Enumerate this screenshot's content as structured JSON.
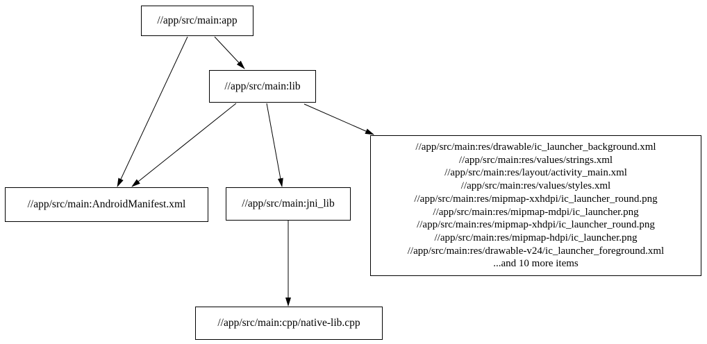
{
  "diagram": {
    "type": "dependency-graph",
    "background_color": "#ffffff",
    "node_border_color": "#000000",
    "edge_color": "#000000",
    "text_color": "#000000",
    "nodes": {
      "app": {
        "label": "//app/src/main:app"
      },
      "lib": {
        "label": "//app/src/main:lib"
      },
      "android_manifest": {
        "label": "//app/src/main:AndroidManifest.xml"
      },
      "jni_lib": {
        "label": "//app/src/main:jni_lib"
      },
      "res_fileset": {
        "lines": [
          "//app/src/main:res/drawable/ic_launcher_background.xml",
          "//app/src/main:res/values/strings.xml",
          "//app/src/main:res/layout/activity_main.xml",
          "//app/src/main:res/values/styles.xml",
          "//app/src/main:res/mipmap-xxhdpi/ic_launcher_round.png",
          "//app/src/main:res/mipmap-mdpi/ic_launcher.png",
          "//app/src/main:res/mipmap-xhdpi/ic_launcher_round.png",
          "//app/src/main:res/mipmap-hdpi/ic_launcher.png",
          "//app/src/main:res/drawable-v24/ic_launcher_foreground.xml",
          "...and 10 more items"
        ]
      },
      "native_lib_cpp": {
        "label": "//app/src/main:cpp/native-lib.cpp"
      }
    },
    "edges": [
      {
        "from": "app",
        "to": "lib"
      },
      {
        "from": "app",
        "to": "android_manifest"
      },
      {
        "from": "lib",
        "to": "android_manifest"
      },
      {
        "from": "lib",
        "to": "jni_lib"
      },
      {
        "from": "lib",
        "to": "res_fileset"
      },
      {
        "from": "jni_lib",
        "to": "native_lib_cpp"
      }
    ]
  }
}
